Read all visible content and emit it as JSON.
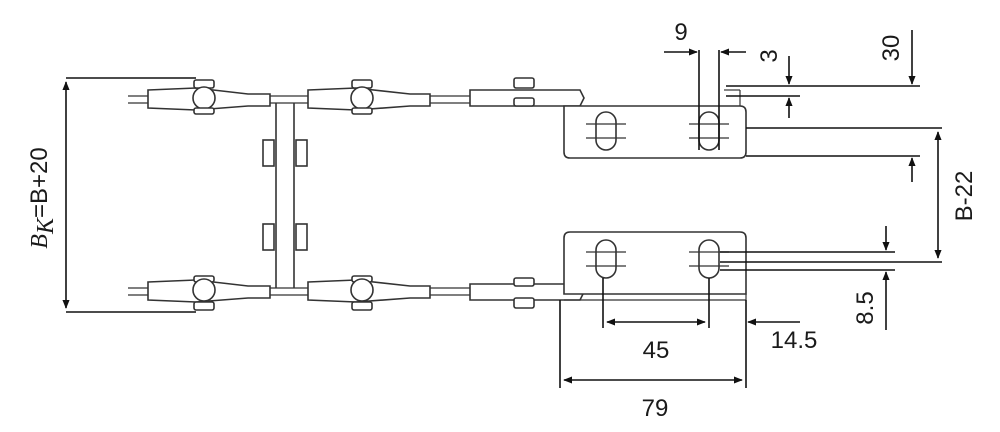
{
  "labels": {
    "bk_symbol": "B",
    "bk_subscript": "K",
    "bk_expr": "=B+20",
    "inner_width": "B-22",
    "dim_9": "9",
    "dim_3": "3",
    "dim_30": "30",
    "dim_45": "45",
    "dim_14_5": "14.5",
    "dim_8_5": "8.5",
    "dim_79": "79"
  },
  "colors": {
    "line": "#333333",
    "dimension": "#111111",
    "background": "#ffffff"
  }
}
